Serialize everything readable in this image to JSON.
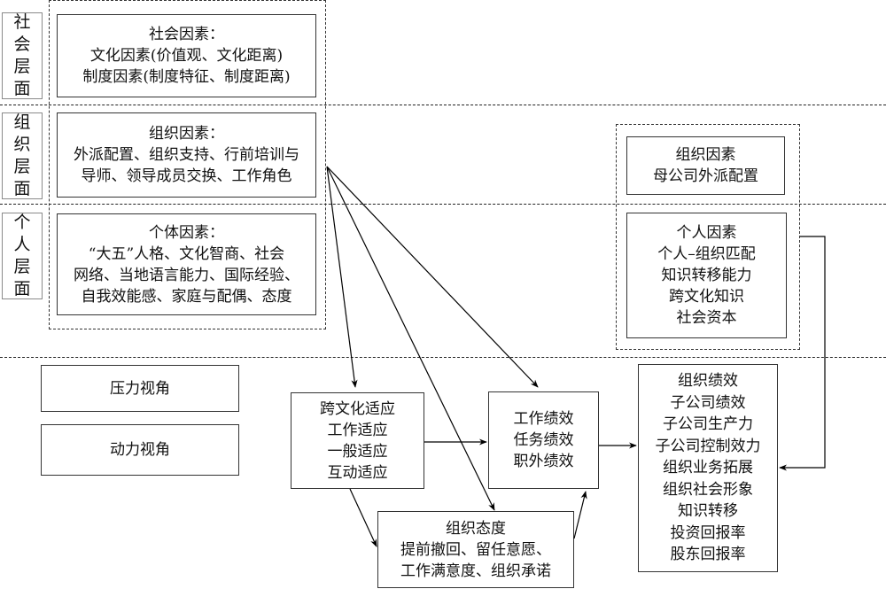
{
  "levels": [
    {
      "label": "社会层面",
      "chars": [
        "社",
        "会",
        "层",
        "面"
      ]
    },
    {
      "label": "组织层面",
      "chars": [
        "组",
        "织",
        "层",
        "面"
      ]
    },
    {
      "label": "个人层面",
      "chars": [
        "个",
        "人",
        "层",
        "面"
      ]
    }
  ],
  "antecedents": {
    "social": {
      "title": "社会因素：",
      "lines": [
        "文化因素(价值观、文化距离)",
        "制度因素(制度特征、制度距离)"
      ]
    },
    "organizational": {
      "title": "组织因素：",
      "lines": [
        "外派配置、组织支持、行前培训与",
        "导师、领导成员交换、工作角色"
      ]
    },
    "individual": {
      "title": "个体因素：",
      "lines": [
        "“大五”人格、文化智商、社会",
        "网络、当地语言能力、国际经验、",
        "自我效能感、家庭与配偶、态度"
      ]
    }
  },
  "right_factors": {
    "organizational": {
      "title": "组织因素",
      "lines": [
        "母公司外派配置"
      ]
    },
    "individual": {
      "title": "个人因素",
      "lines": [
        "个人–组织匹配",
        "知识转移能力",
        "跨文化知识",
        "社会资本"
      ]
    }
  },
  "perspectives": [
    "压力视角",
    "动力视角"
  ],
  "outcomes": {
    "adjustment": {
      "lines": [
        "跨文化适应",
        "工作适应",
        "一般适应",
        "互动适应"
      ]
    },
    "job_performance": {
      "lines": [
        "工作绩效",
        "任务绩效",
        "职外绩效"
      ]
    },
    "org_attitude": {
      "title": "组织态度",
      "lines": [
        "提前撤回、留任意愿、",
        "工作满意度、组织承诺"
      ]
    },
    "org_performance": {
      "lines": [
        "组织绩效",
        "子公司绩效",
        "子公司生产力",
        "子公司控制效力",
        "组织业务拓展",
        "组织社会形象",
        "知识转移",
        "投资回报率",
        "股东回报率"
      ]
    }
  },
  "edges": [
    {
      "from": "antecedents",
      "to": "adjustment"
    },
    {
      "from": "antecedents",
      "to": "org_attitude"
    },
    {
      "from": "antecedents",
      "to": "job_performance"
    },
    {
      "from": "adjustment",
      "to": "job_performance"
    },
    {
      "from": "adjustment",
      "to": "org_attitude"
    },
    {
      "from": "org_attitude",
      "to": "job_performance"
    },
    {
      "from": "job_performance",
      "to": "org_performance"
    },
    {
      "from": "right_factors",
      "to": "org_performance"
    }
  ]
}
